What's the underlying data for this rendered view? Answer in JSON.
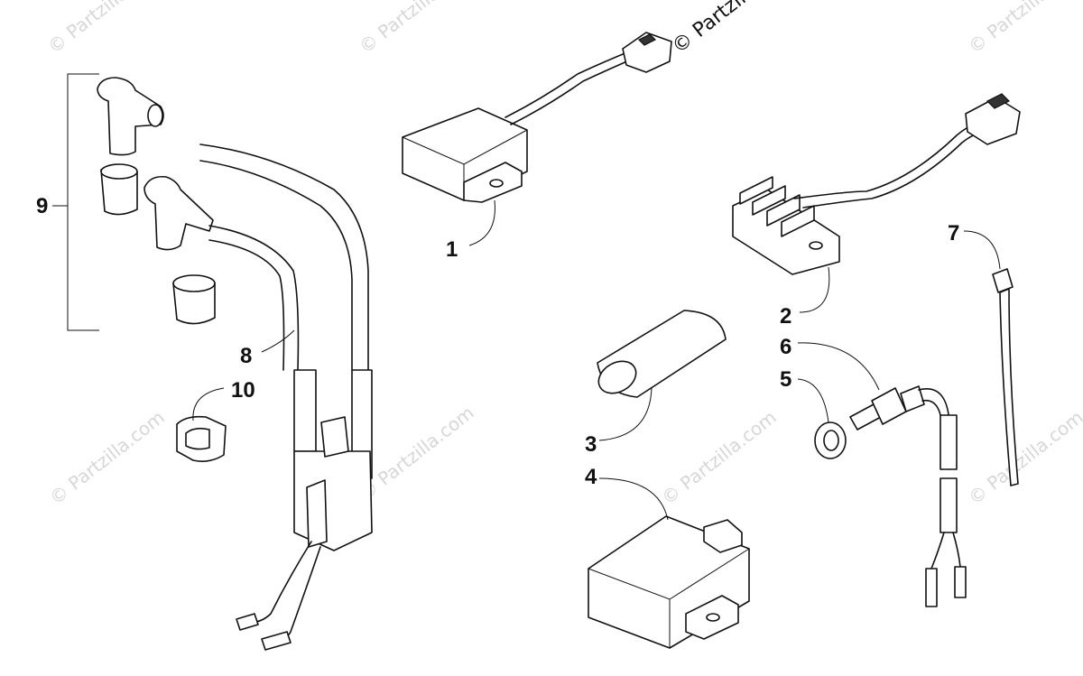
{
  "callouts": {
    "c1": "1",
    "c2": "2",
    "c3": "3",
    "c4": "4",
    "c5": "5",
    "c6": "6",
    "c7": "7",
    "c8": "8",
    "c9": "9",
    "c10": "10"
  },
  "watermark": {
    "text": "© Partzilla.com",
    "header_text": "© Partzilla",
    "color": "#d7d7d7"
  },
  "colors": {
    "line": "#111111",
    "background": "#ffffff"
  }
}
